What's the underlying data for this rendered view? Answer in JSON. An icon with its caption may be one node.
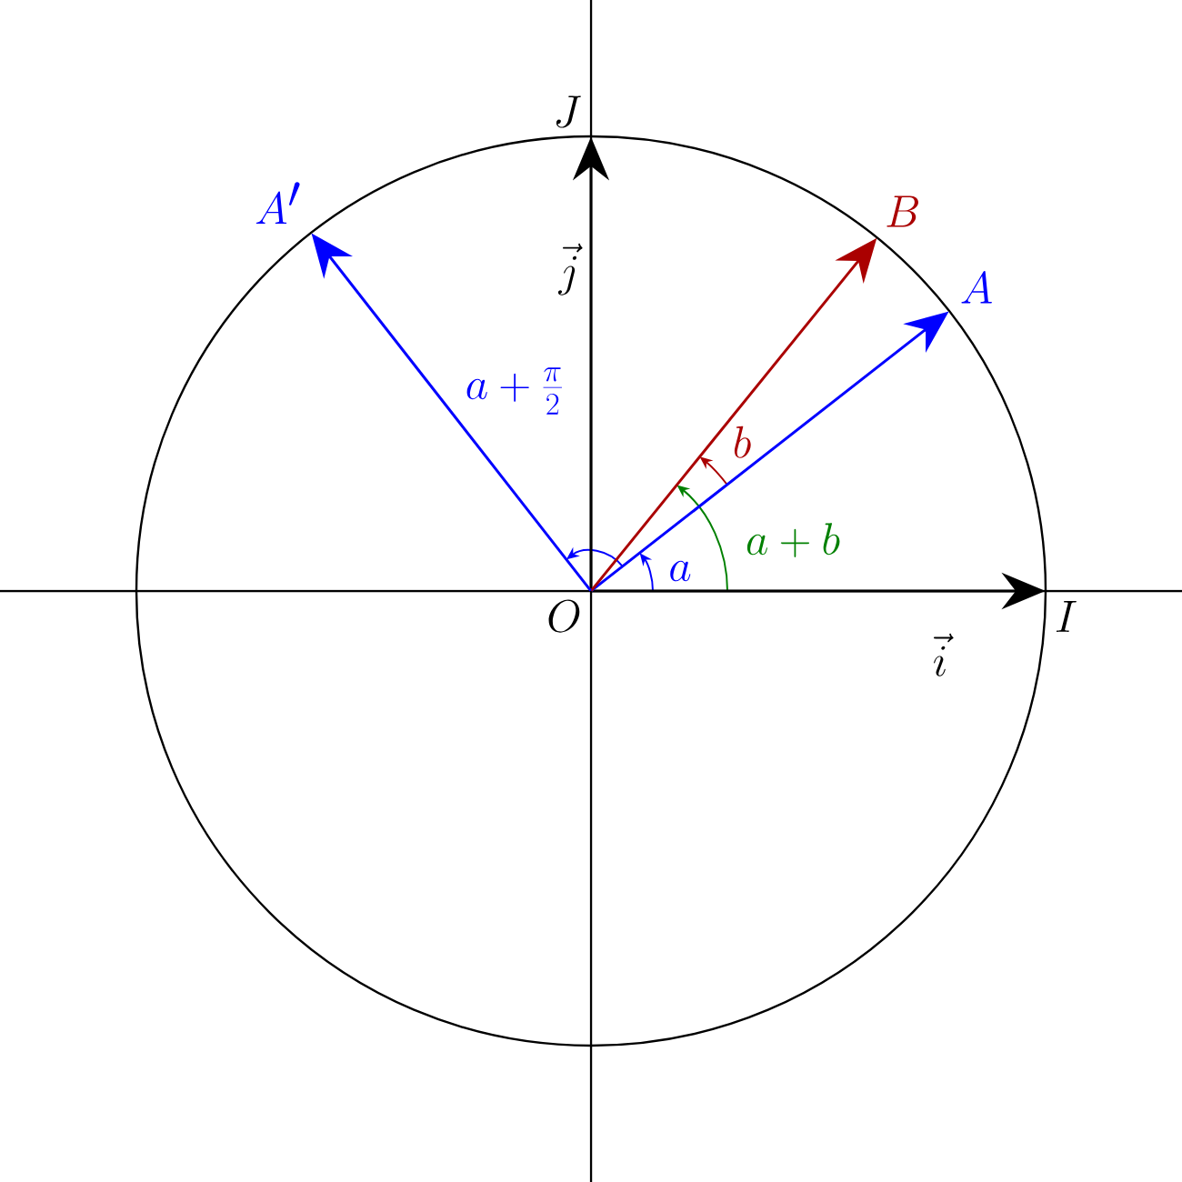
{
  "diagram": {
    "nodes": [
      {
        "text": [
          "O"
        ]
      },
      {
        "text": [
          "I"
        ]
      },
      {
        "text": [
          "J"
        ]
      },
      {
        "text": [
          "A"
        ]
      },
      {
        "text": [
          "B"
        ]
      },
      {
        "text": [
          "A'"
        ]
      }
    ],
    "edges": [
      {
        "from": 0,
        "to": 1,
        "arrow": "to",
        "label": "\\vec{i}"
      },
      {
        "from": 0,
        "to": 2,
        "arrow": "to",
        "label": "\\vec{j}"
      },
      {
        "from": 0,
        "to": 3,
        "arrow": "to",
        "color": "#0000ff"
      },
      {
        "from": 0,
        "to": 4,
        "arrow": "to",
        "color": "#aa0000"
      },
      {
        "from": 0,
        "to": 5,
        "arrow": "to",
        "color": "#0000ff"
      }
    ],
    "labels": [
      "a",
      "a+b",
      "b",
      "a+\\frac{\\pi}{2}"
    ]
  }
}
